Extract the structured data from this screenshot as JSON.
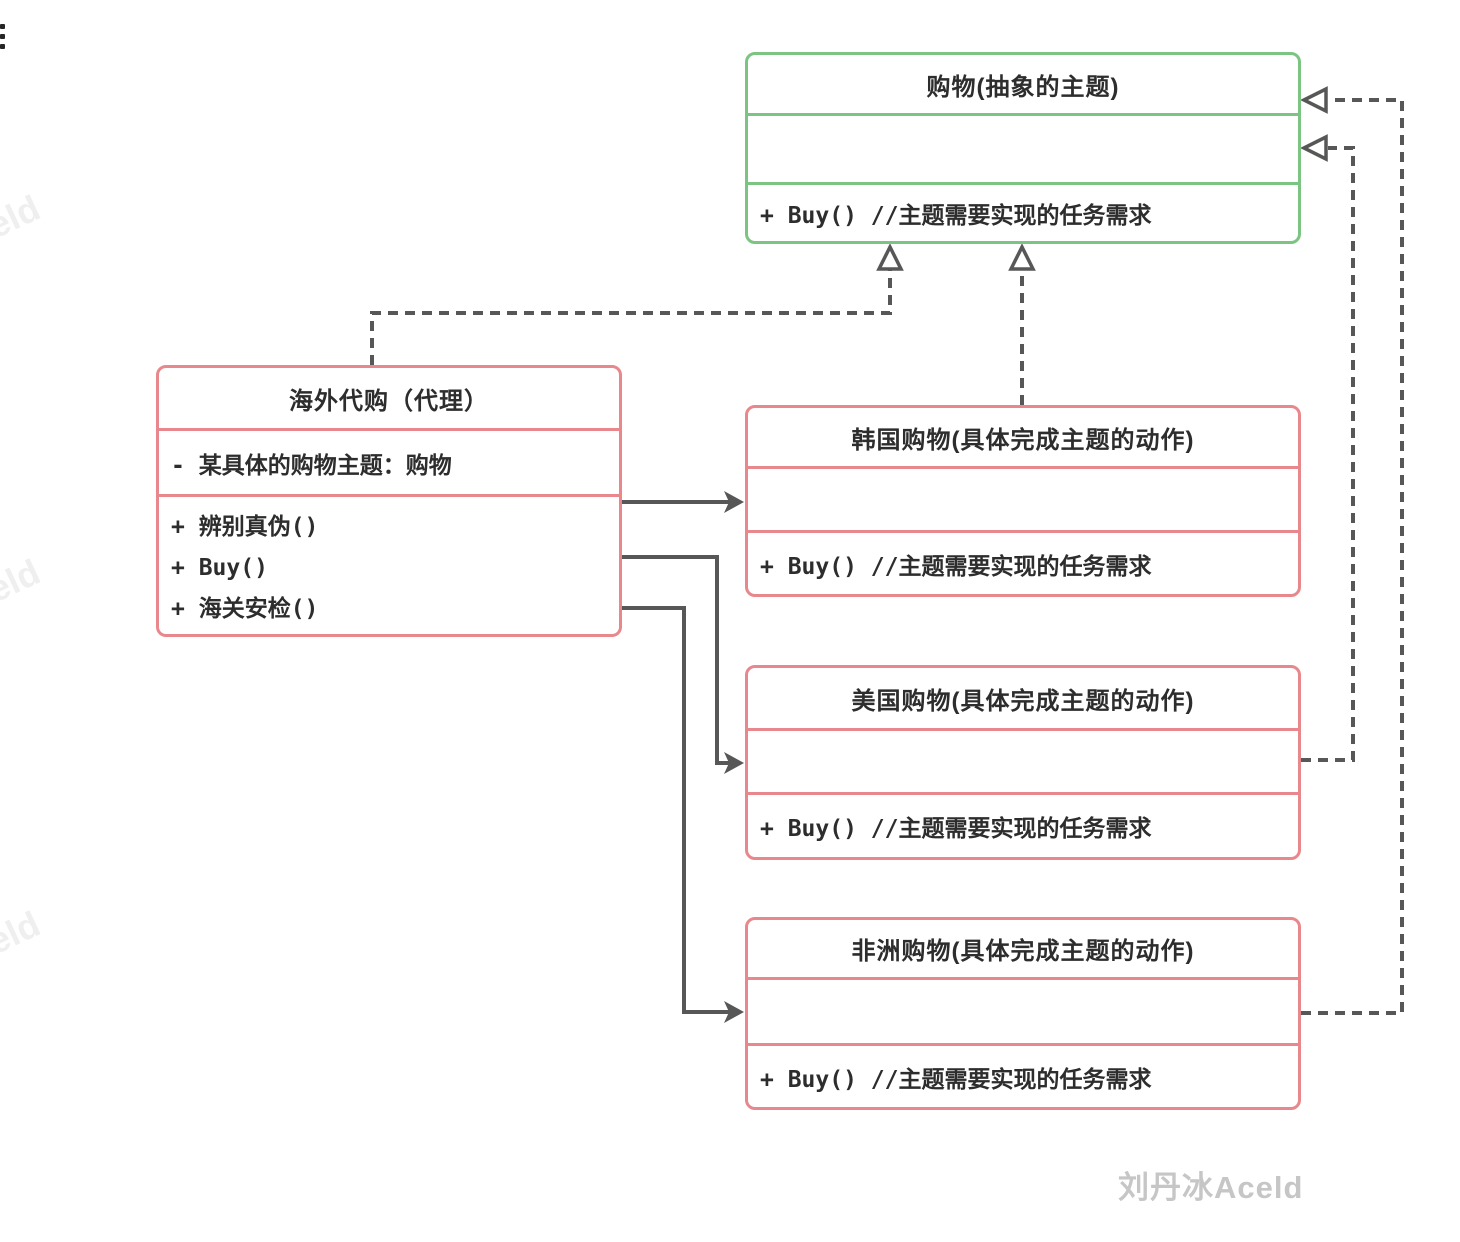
{
  "colors": {
    "abstract_border": "#7cc481",
    "concrete_border": "#e8878c",
    "connector": "#575757",
    "text": "#2d2d2d",
    "watermark": "#c6c6c6",
    "watermark_faint": "#efefef"
  },
  "icons": {
    "menu_dots": "three-vertical-dots"
  },
  "classes": {
    "abstract": {
      "title": "购物(抽象的主题)",
      "method": "+ Buy() //主题需要实现的任务需求"
    },
    "proxy": {
      "title": "海外代购（代理）",
      "attribute": "- 某具体的购物主题：购物",
      "methods": [
        "+ 辨别真伪()",
        "+ Buy()",
        "+ 海关安检()"
      ]
    },
    "korea": {
      "title": "韩国购物(具体完成主题的动作)",
      "method": "+ Buy() //主题需要实现的任务需求"
    },
    "usa": {
      "title": "美国购物(具体完成主题的动作)",
      "method": "+ Buy() //主题需要实现的任务需求"
    },
    "africa": {
      "title": "非洲购物(具体完成主题的动作)",
      "method": "+ Buy() //主题需要实现的任务需求"
    }
  },
  "relations": [
    {
      "from": "海外代购（代理）",
      "to": "购物(抽象的主题)",
      "type": "dashed-realization"
    },
    {
      "from": "韩国购物",
      "to": "购物(抽象的主题)",
      "type": "dashed-realization"
    },
    {
      "from": "美国购物",
      "to": "购物(抽象的主题)",
      "type": "dashed-realization"
    },
    {
      "from": "非洲购物",
      "to": "购物(抽象的主题)",
      "type": "dashed-realization"
    },
    {
      "from": "海外代购（代理）",
      "to": "韩国购物",
      "type": "solid-arrow"
    },
    {
      "from": "海外代购（代理）",
      "to": "美国购物",
      "type": "solid-arrow"
    },
    {
      "from": "海外代购（代理）",
      "to": "非洲购物",
      "type": "solid-arrow"
    }
  ],
  "watermark": {
    "main": "刘丹冰Aceld",
    "fragments": [
      "eld",
      "eld",
      "eld"
    ]
  }
}
